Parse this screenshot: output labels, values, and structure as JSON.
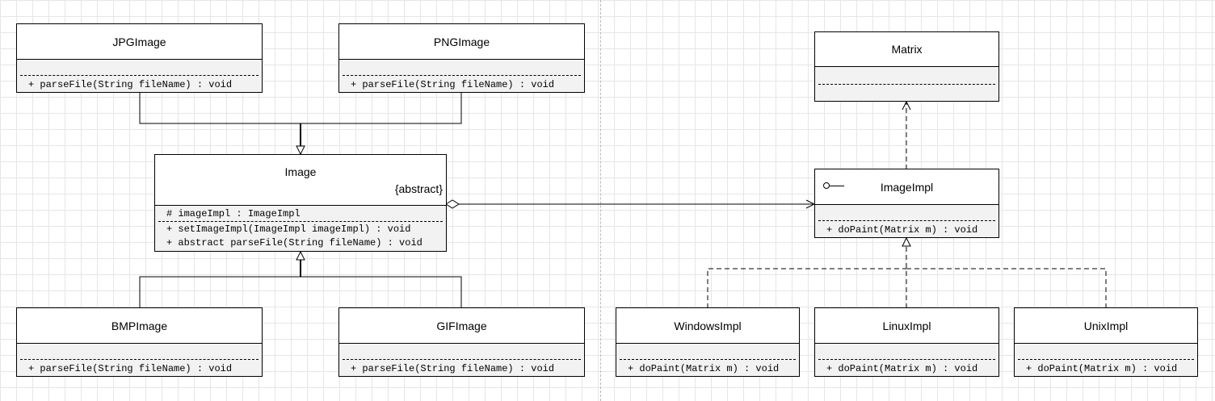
{
  "classes": {
    "jpg": {
      "name": "JPGImage",
      "ops": [
        "+ parseFile(String fileName) : void"
      ]
    },
    "png": {
      "name": "PNGImage",
      "ops": [
        "+ parseFile(String fileName) : void"
      ]
    },
    "image": {
      "name": "Image",
      "stereotype": "{abstract}",
      "attrs": [
        "# imageImpl : ImageImpl"
      ],
      "ops": [
        "+ setImageImpl(ImageImpl imageImpl) : void",
        "+ abstract parseFile(String fileName) : void"
      ]
    },
    "bmp": {
      "name": "BMPImage",
      "ops": [
        "+ parseFile(String fileName) : void"
      ]
    },
    "gif": {
      "name": "GIFImage",
      "ops": [
        "+ parseFile(String fileName) : void"
      ]
    },
    "matrix": {
      "name": "Matrix"
    },
    "imageimpl": {
      "name": "ImageImpl",
      "ops": [
        "+ doPaint(Matrix m) : void"
      ]
    },
    "windows": {
      "name": "WindowsImpl",
      "ops": [
        "+ doPaint(Matrix m) : void"
      ]
    },
    "linux": {
      "name": "LinuxImpl",
      "ops": [
        "+ doPaint(Matrix m) : void"
      ]
    },
    "unix": {
      "name": "UnixImpl",
      "ops": [
        "+ doPaint(Matrix m) : void"
      ]
    }
  },
  "relations": [
    {
      "type": "generalization",
      "from": "JPGImage",
      "to": "Image"
    },
    {
      "type": "generalization",
      "from": "PNGImage",
      "to": "Image"
    },
    {
      "type": "generalization",
      "from": "BMPImage",
      "to": "Image"
    },
    {
      "type": "generalization",
      "from": "GIFImage",
      "to": "Image"
    },
    {
      "type": "aggregation",
      "from": "Image",
      "to": "ImageImpl"
    },
    {
      "type": "dependency",
      "from": "ImageImpl",
      "to": "Matrix"
    },
    {
      "type": "realization",
      "from": "WindowsImpl",
      "to": "ImageImpl"
    },
    {
      "type": "realization",
      "from": "LinuxImpl",
      "to": "ImageImpl"
    },
    {
      "type": "realization",
      "from": "UnixImpl",
      "to": "ImageImpl"
    }
  ]
}
